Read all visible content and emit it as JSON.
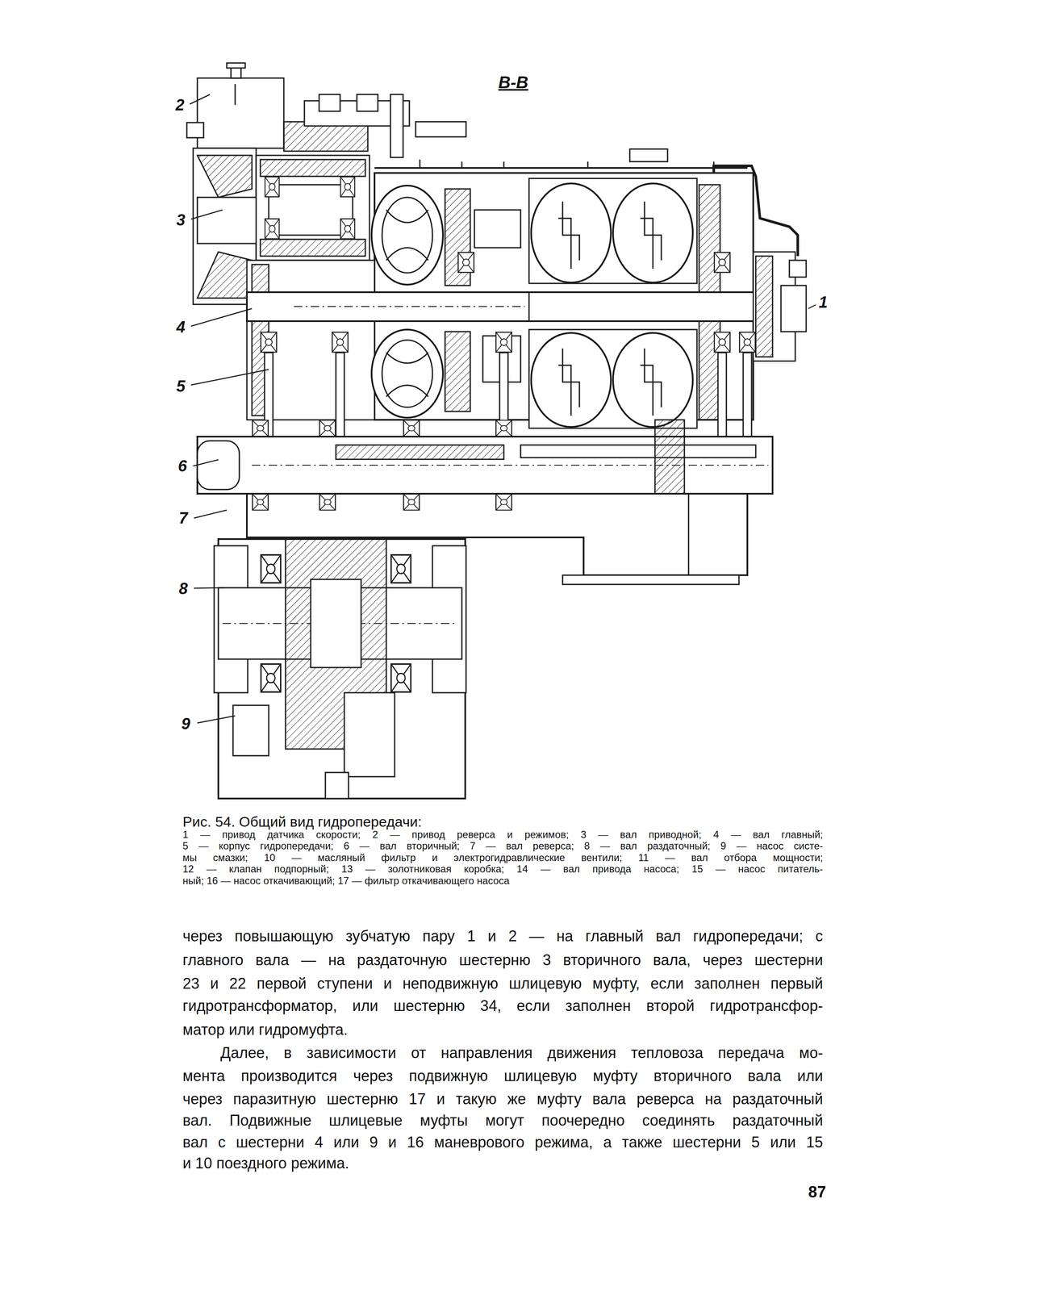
{
  "diagram": {
    "caption": "Рис. 54. Общий вид гидропередачи:",
    "labels": [
      "В-В",
      "2",
      "3",
      "4",
      "5",
      "6",
      "7",
      "8",
      "9",
      "1",
      "1 — привод датчика скорости; 2 — привод реверса и режимов; 3 — вал приводной; 4 — вал главный;",
      "5 — корпус гидропередачи; 6 — вал вторичный; 7 — вал реверса; 8 — вал раздаточный; 9 — насос систе-",
      "мы смазки; 10 — масляный фильтр и электрогидравлические вентили; 11 — вал отбора мощности;",
      "12 — клапан подпорный; 13 — золотниковая коробка; 14 — вал привода насоса; 15 — насос питатель-",
      "ный; 16 — насос откачивающий; 17 — фильтр откачивающего насоса",
      "через повышающую зубчатую пару 1 и 2 — на главный вал гидропередачи; с",
      "главного вала — на раздаточную шестерню 3 вторичного вала, через шестерни",
      "23 и 22 первой ступени и неподвижную шлицевую муфту, если заполнен первый",
      "гидротрансформатор, или шестерню 34, если заполнен второй гидротрансфор-",
      "матор или гидромуфта.",
      "Далее, в зависимости от направления движения тепловоза передача мо-",
      "мента производится через подвижную шлицевую муфту вторичного вала или",
      "через паразитную шестерню 17 и такую же муфту вала реверса на раздаточный",
      "вал. Подвижные шлицевые муфты могут поочередно соединять раздаточный",
      "вал с шестерни 4 или 9 и 16 маневрового режима, а также шестерни 5 или 15",
      "и 10 поездного режима.",
      "87"
    ]
  }
}
